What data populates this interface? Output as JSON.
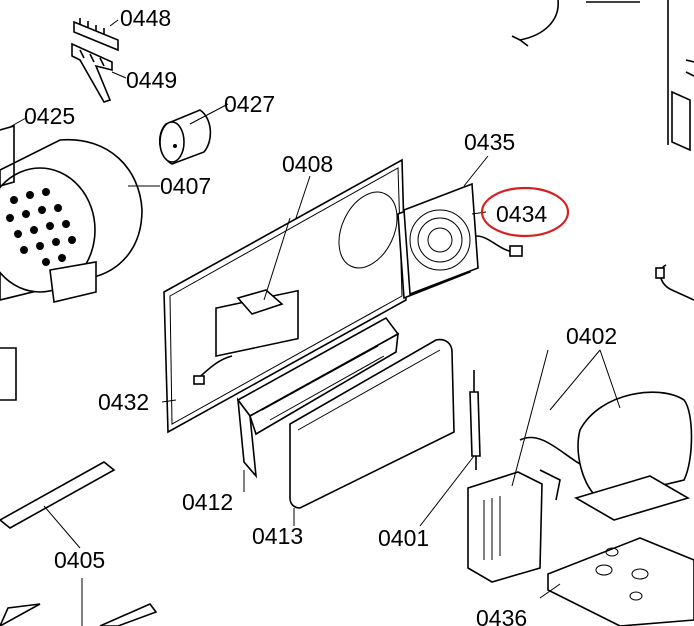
{
  "diagram": {
    "parts": [
      {
        "id": "p0448",
        "label": "0448"
      },
      {
        "id": "p0449",
        "label": "0449"
      },
      {
        "id": "p0425",
        "label": "0425"
      },
      {
        "id": "p0427",
        "label": "0427"
      },
      {
        "id": "p0407",
        "label": "0407"
      },
      {
        "id": "p0408",
        "label": "0408"
      },
      {
        "id": "p0435",
        "label": "0435"
      },
      {
        "id": "p0434",
        "label": "0434",
        "highlighted": true
      },
      {
        "id": "p0402",
        "label": "0402"
      },
      {
        "id": "p0432",
        "label": "0432"
      },
      {
        "id": "p0412",
        "label": "0412"
      },
      {
        "id": "p0413",
        "label": "0413"
      },
      {
        "id": "p0401",
        "label": "0401"
      },
      {
        "id": "p0405",
        "label": "0405"
      },
      {
        "id": "p0436",
        "label": "0436"
      }
    ],
    "highlight_color": "#d42020"
  }
}
